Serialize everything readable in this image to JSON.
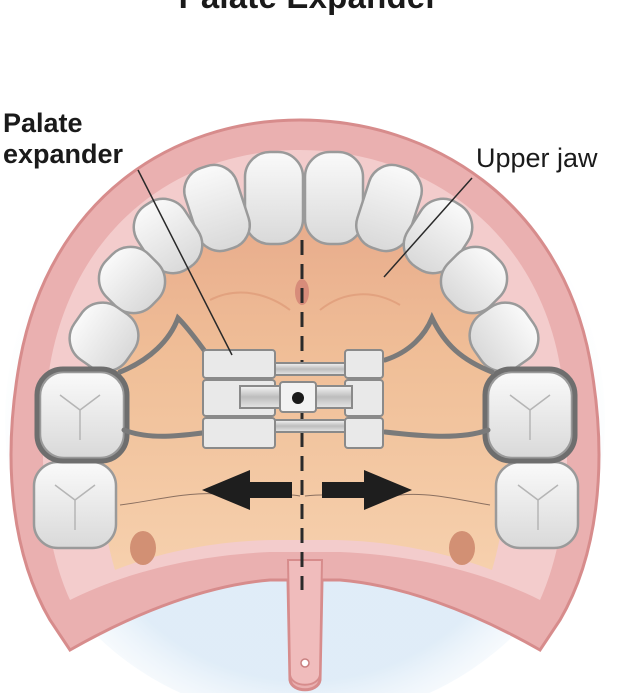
{
  "title": "Palate Expander",
  "labels": {
    "expander_line1": "Palate",
    "expander_line2": "expander",
    "upper_jaw": "Upper jaw"
  },
  "colors": {
    "gum": "#eab0b0",
    "gum_edge": "#d78c8c",
    "palate": "#f2c7a2",
    "tooth": "#eeeeee",
    "tooth_shadow": "#c6c6c6",
    "wire": "#7a7a7a",
    "arrow": "#1e1e1e"
  },
  "icons": [
    "arrow-left-icon",
    "arrow-right-icon"
  ]
}
